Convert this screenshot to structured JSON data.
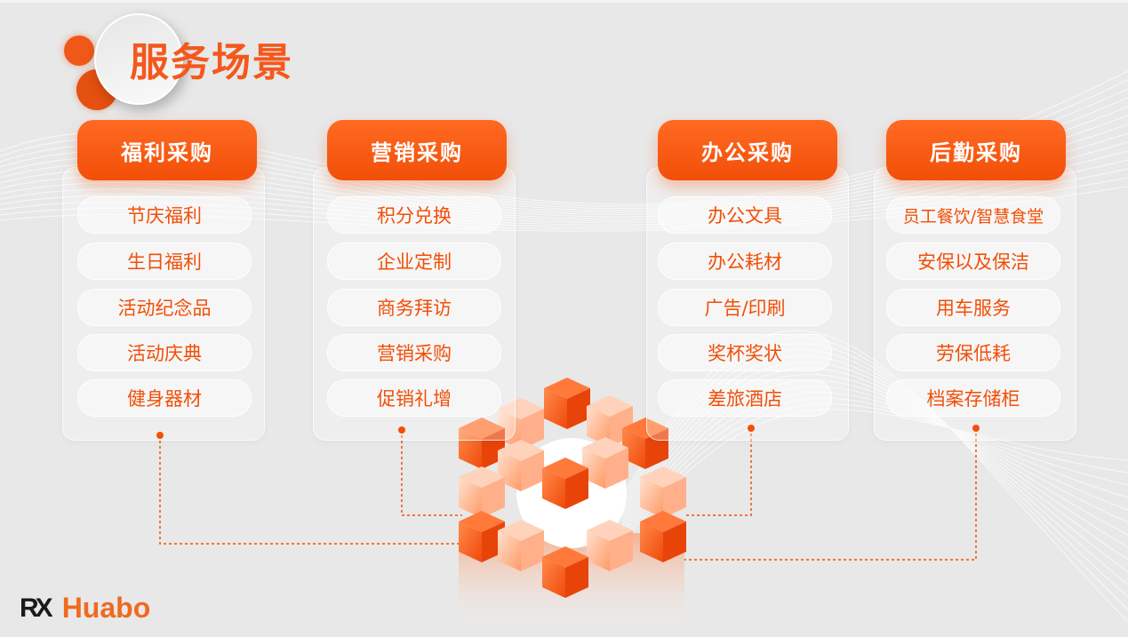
{
  "title": "服务场景",
  "columns": [
    {
      "header": "福利采购",
      "items": [
        "节庆福利",
        "生日福利",
        "活动纪念品",
        "活动庆典",
        "健身器材"
      ]
    },
    {
      "header": "营销采购",
      "items": [
        "积分兑换",
        "企业定制",
        "商务拜访",
        "营销采购",
        "促销礼增"
      ]
    },
    {
      "header": "办公采购",
      "items": [
        "办公文具",
        "办公耗材",
        "广告/印刷",
        "奖杯奖状",
        "差旅酒店"
      ]
    },
    {
      "header": "后勤采购",
      "items": [
        "员工餐饮/智慧食堂",
        "安保以及保洁",
        "用车服务",
        "劳保低耗",
        "档案存储柜"
      ]
    }
  ],
  "logo": {
    "mark": "RX",
    "name": "Huabo"
  },
  "colors": {
    "accent": "#f24f08"
  }
}
